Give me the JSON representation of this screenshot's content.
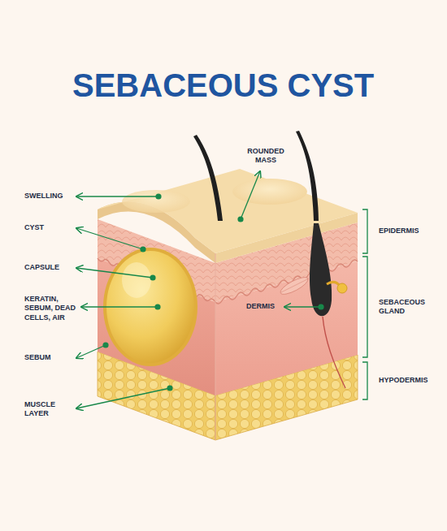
{
  "diagram": {
    "title": "SEBACEOUS CYST",
    "labels": [
      "SWELLING",
      "CYST",
      "CAPSULE",
      "KERATIN, SEBUM, DEAD CELLS, AIR",
      "SEBUM",
      "MUSCLE LAYER",
      "ROUNDED MASS",
      "DERMIS",
      "EPIDERMIS",
      "SEBACEOUS GLAND",
      "HYPODERMIS"
    ]
  }
}
